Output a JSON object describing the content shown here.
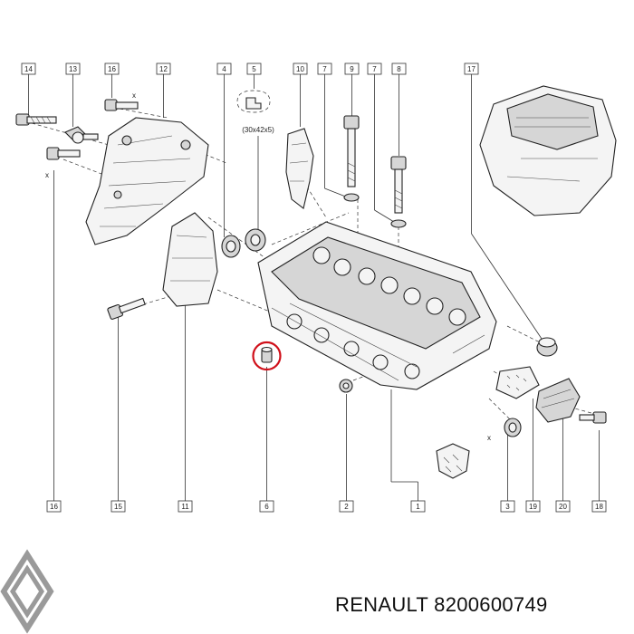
{
  "callouts_top": [
    "14",
    "13",
    "16",
    "12",
    "4",
    "5",
    "10",
    "7",
    "9",
    "7",
    "8",
    "17"
  ],
  "callouts_bottom": [
    "16",
    "15",
    "11",
    "6",
    "2",
    "1",
    "3",
    "19",
    "20",
    "18"
  ],
  "seal_spec": "(30x42x5)",
  "dim_marks": [
    "x",
    "x",
    "x"
  ],
  "footer": {
    "brand": "RENAULT",
    "part_number": "8200600749"
  },
  "colors": {
    "highlight": "#d0101a",
    "logo": "#9a9a9a"
  }
}
